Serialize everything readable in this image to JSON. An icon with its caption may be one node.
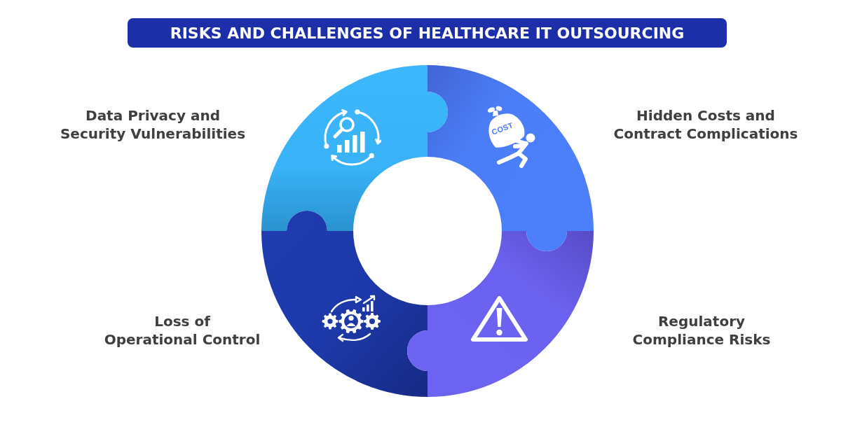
{
  "diagram": {
    "title": "RISKS AND CHALLENGES OF HEALTHCARE IT OUTSOURCING",
    "nodes": [
      {
        "text": [
          "Data Privacy and Security Vulnerabilities"
        ]
      },
      {
        "text": [
          "Hidden Costs and Contract Complications",
          "COST"
        ]
      },
      {
        "text": [
          "Loss of Operational Control"
        ]
      },
      {
        "text": [
          "Regulatory Compliance Risks"
        ]
      }
    ]
  }
}
